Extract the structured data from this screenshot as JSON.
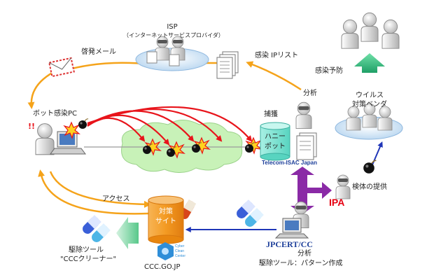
{
  "labels": {
    "isp": "ISP",
    "isp_sub": "（インターネットサービスプロバイダ）",
    "alert_mail": "啓発メール",
    "infected_ip_list": "感染 IPリスト",
    "infection_prevention": "感染予防",
    "bot_pc": "ボット感染PC",
    "analysis_top": "分析",
    "capture": "捕獲",
    "honeypot_1": "ハニー",
    "honeypot_2": "ポット",
    "virus_vendor_1": "ウイルス",
    "virus_vendor_2": "対策ベンダ",
    "telecom_isac": "Telecom-ISAC Japan",
    "ipa": "IPA",
    "specimen_provision": "検体の提供",
    "access": "アクセス",
    "site_1": "対策",
    "site_2": "サイト",
    "cleaner_logo_1": "Cyber",
    "cleaner_logo_2": "Clean",
    "cleaner_logo_3": "Center",
    "ccc_domain": "CCC.GO.JP",
    "jpcert": "JPCERT/CC",
    "analysis_bottom": "分析",
    "removal_pattern": "駆除ツール：パターン作成",
    "removal_tool": "駆除ツール",
    "ccc_cleaner": "\"CCCクリーナー\"",
    "alert_mark": "!!"
  },
  "colors": {
    "flow_orange": "#f5a31a",
    "attack_red": "#e8141b",
    "cloud_green": "#c8f2b8",
    "ipa_purple": "#8a2aa6",
    "teal_arrow": "#25b577",
    "blue_arrow": "#2036b8",
    "site_orange": "#f39a22",
    "ipa_red": "#e60012"
  },
  "icons": [
    "person-icon",
    "pc-icon",
    "server-icon",
    "document-icon",
    "bomb-icon",
    "capsule-icon",
    "mail-icon",
    "logo-icon"
  ]
}
